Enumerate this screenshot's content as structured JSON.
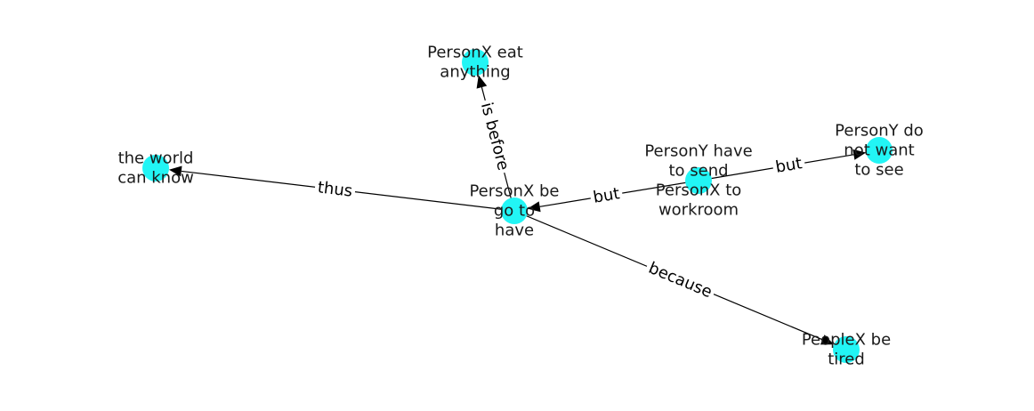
{
  "colors": {
    "node": "#22f5f5",
    "edge": "#000000",
    "text": "#1a1a1a"
  },
  "nodes": [
    {
      "id": "center",
      "label_lines": [
        "PersonX be",
        "go to",
        "have"
      ]
    },
    {
      "id": "eat",
      "label_lines": [
        "PersonX eat",
        "anything"
      ]
    },
    {
      "id": "world",
      "label_lines": [
        "the world",
        "can know"
      ]
    },
    {
      "id": "send",
      "label_lines": [
        "PersonY have",
        "to send",
        "PersonX to",
        "workroom"
      ]
    },
    {
      "id": "want",
      "label_lines": [
        "PersonY do",
        "not want",
        "to see"
      ]
    },
    {
      "id": "tired",
      "label_lines": [
        "PeopleX be",
        "tired"
      ]
    }
  ],
  "edges": [
    {
      "source": "center",
      "target": "eat",
      "label": "is before"
    },
    {
      "source": "center",
      "target": "world",
      "label": "thus"
    },
    {
      "source": "send",
      "target": "center",
      "label": "but"
    },
    {
      "source": "send",
      "target": "want",
      "label": "but"
    },
    {
      "source": "center",
      "target": "tired",
      "label": "because"
    }
  ]
}
